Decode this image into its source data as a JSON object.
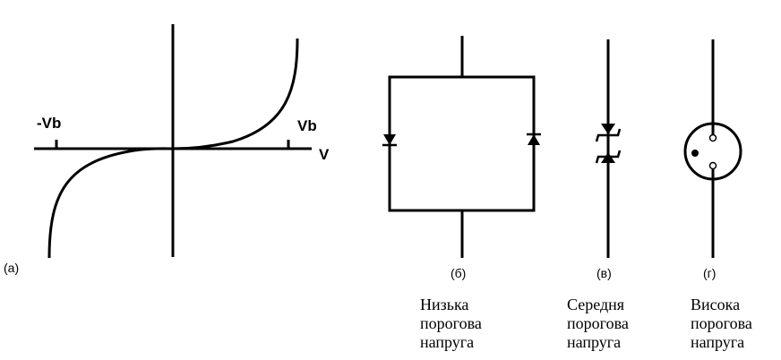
{
  "graph": {
    "label_neg_vb": "-Vb",
    "label_vb": "Vb",
    "label_v": "V",
    "panel_label": "(а)"
  },
  "circuits": {
    "b": {
      "panel_label": "(б)",
      "caption": [
        "Низька",
        "порогова",
        "напруга"
      ]
    },
    "v": {
      "panel_label": "(в)",
      "caption": [
        "Середня",
        "порогова",
        "напруга"
      ]
    },
    "g": {
      "panel_label": "(г)",
      "caption": [
        "Висока",
        "порогова",
        "напруга"
      ]
    }
  }
}
